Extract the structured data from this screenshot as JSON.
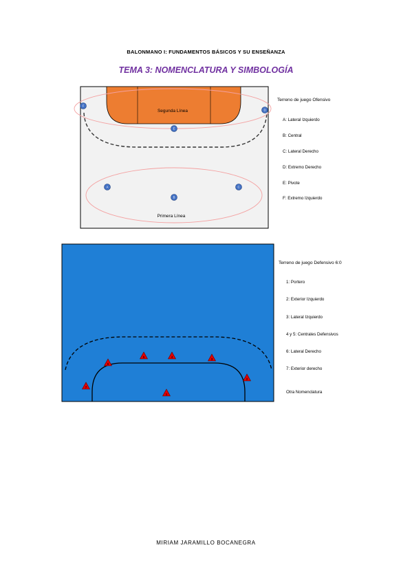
{
  "document": {
    "header": "BALONMANO I: FUNDAMENTOS BÁSICOS Y SU ENSEÑANZA",
    "title": "TEMA 3: NOMENCLATURA Y SIMBOLOGÍA",
    "footer": "MIRIAM JARAMILLO BOCANEGRA"
  },
  "offensive": {
    "legend_title": "Terreno de juego Ofensivo",
    "court_labels": {
      "second_line": "Segunda Línea",
      "first_line": "Primera Línea"
    },
    "players": [
      {
        "code": "F",
        "label": "F: Extremo Izquierdo"
      },
      {
        "code": "D",
        "label": "D: Extremo Derecho"
      },
      {
        "code": "E",
        "label": "E: Pivote"
      },
      {
        "code": "A",
        "label": "A: Lateral Izquierdo"
      },
      {
        "code": "B",
        "label": "B: Central"
      },
      {
        "code": "C",
        "label": "C: Lateral Derecho"
      }
    ],
    "legend_items": [
      "A: Lateral Izquierdo",
      "B: Central",
      "C: Lateral Derecho",
      "D: Extremo Derecho",
      "E: Pivote",
      "F: Extremo Izquierdo"
    ],
    "colors": {
      "area": "#ed7d31",
      "court": "#f2f2f2",
      "player": "#4472c4",
      "ellipse": "#f4a0a0"
    }
  },
  "defensive": {
    "legend_title": "Terreno de juego Defensivo 6:0",
    "players": [
      {
        "number": "1",
        "label": "1: Portero"
      },
      {
        "number": "7",
        "label": "7: Exterior derecho"
      },
      {
        "number": "2",
        "label": "2: Exterior Izquierdo"
      },
      {
        "number": "3",
        "label": "3: Lateral Izquierdo"
      },
      {
        "number": "4",
        "label": "4"
      },
      {
        "number": "5",
        "label": "5"
      },
      {
        "number": "6",
        "label": "6: Lateral Derecho"
      }
    ],
    "legend_items": [
      "1: Portero",
      "2: Exterior Izquierdo",
      "3: Lateral Izquierdo",
      "4 y 5: Centrales Defensivos",
      "6: Lateral Derecho",
      "7: Exterior derecho",
      "Otra Nomenclatura"
    ],
    "colors": {
      "court": "#1f7fd6",
      "player": "#e00000"
    }
  }
}
